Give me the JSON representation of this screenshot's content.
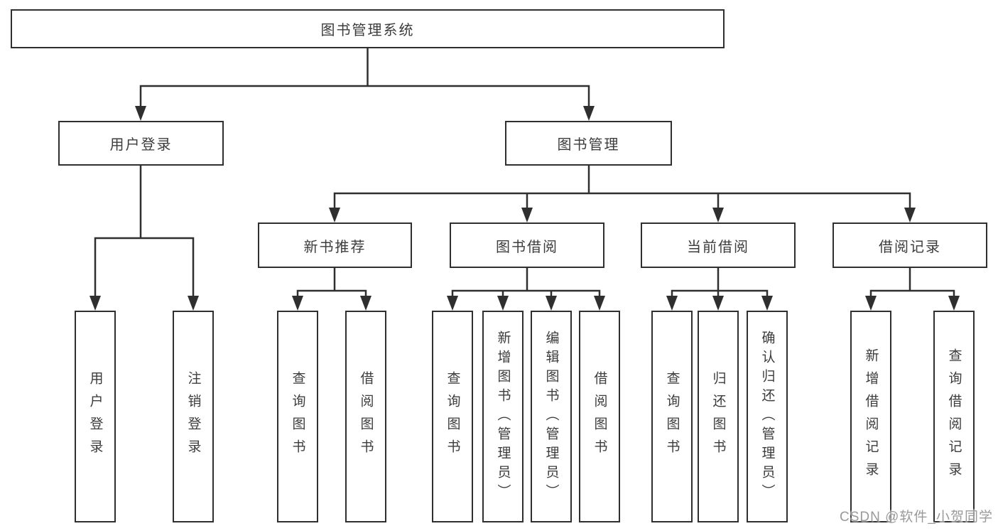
{
  "tree": {
    "label": "图书管理系统",
    "children": [
      {
        "label": "用户登录",
        "children": [
          {
            "label": "用户登录"
          },
          {
            "label": "注销登录"
          }
        ]
      },
      {
        "label": "图书管理",
        "children": [
          {
            "label": "新书推荐",
            "children": [
              {
                "label": "查询图书"
              },
              {
                "label": "借阅图书"
              }
            ]
          },
          {
            "label": "图书借阅",
            "children": [
              {
                "label": "查询图书"
              },
              {
                "label": "新增图书（管理员）"
              },
              {
                "label": "编辑图书（管理员）"
              },
              {
                "label": "借阅图书"
              }
            ]
          },
          {
            "label": "当前借阅",
            "children": [
              {
                "label": "查询图书"
              },
              {
                "label": "归还图书"
              },
              {
                "label": "确认归还（管理员）"
              }
            ]
          },
          {
            "label": "借阅记录",
            "children": [
              {
                "label": "新增借阅记录"
              },
              {
                "label": "查询借阅记录"
              }
            ]
          }
        ]
      }
    ]
  },
  "watermark": "CSDN @软件_小贺同学",
  "colors": {
    "line": "#2f2f2f",
    "box_border": "#2f2f2f",
    "text": "#3c3c3c",
    "background": "#ffffff",
    "watermark": "#9a9a9a"
  }
}
